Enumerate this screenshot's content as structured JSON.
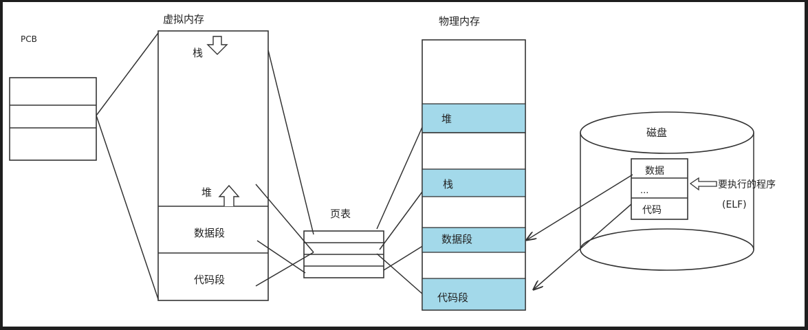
{
  "labels": {
    "pcb": "PCB",
    "virtual_memory": "虚拟内存",
    "physical_memory": "物理内存",
    "page_table": "页表",
    "disk": "磁盘"
  },
  "virtual_segments": {
    "stack": "栈",
    "heap": "堆",
    "data": "数据段",
    "code": "代码段"
  },
  "physical_segments": {
    "heap": "堆",
    "stack": "栈",
    "data": "数据段",
    "code": "代码段"
  },
  "disk_file": {
    "data": "数据",
    "ellipsis": "...",
    "code": "代码"
  },
  "program_label": "要执行的程序",
  "program_format": "(ELF)",
  "colors": {
    "segment_fill": "#a3d9ea",
    "stroke": "#333333",
    "frame": "#1e1e1e"
  }
}
